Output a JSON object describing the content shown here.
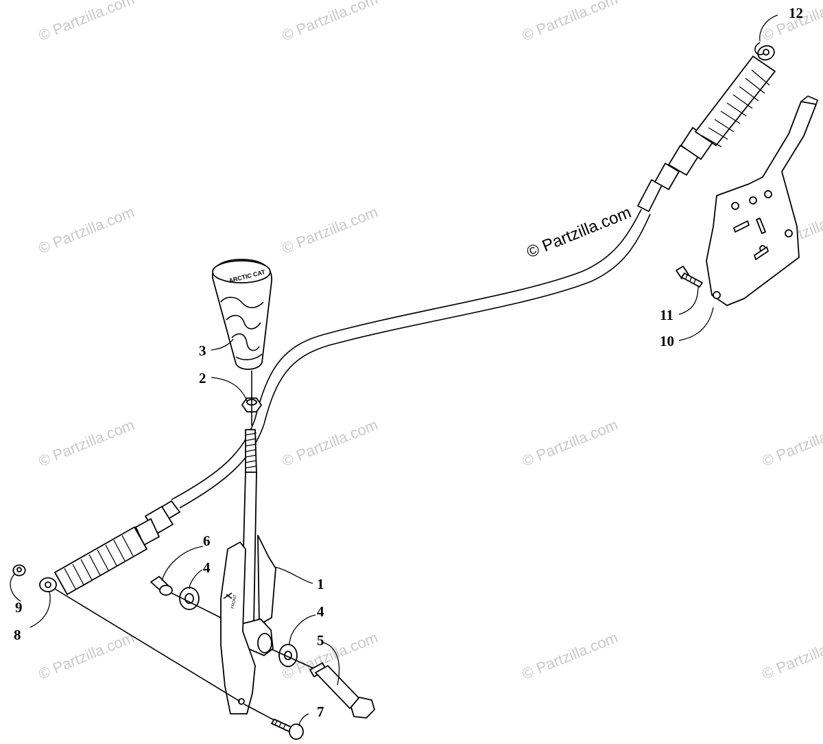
{
  "watermark_text": "© Partzilla.com",
  "credit_text": "© Partzilla.com",
  "callouts": {
    "c1": "1",
    "c2": "2",
    "c3": "3",
    "c4a": "4",
    "c4b": "4",
    "c5": "5",
    "c6": "6",
    "c7": "7",
    "c8": "8",
    "c9": "9",
    "c10": "10",
    "c11": "11",
    "c12": "12"
  },
  "lever_arrow_label": "FRONT",
  "knob_logo": "ARCTIC CAT"
}
